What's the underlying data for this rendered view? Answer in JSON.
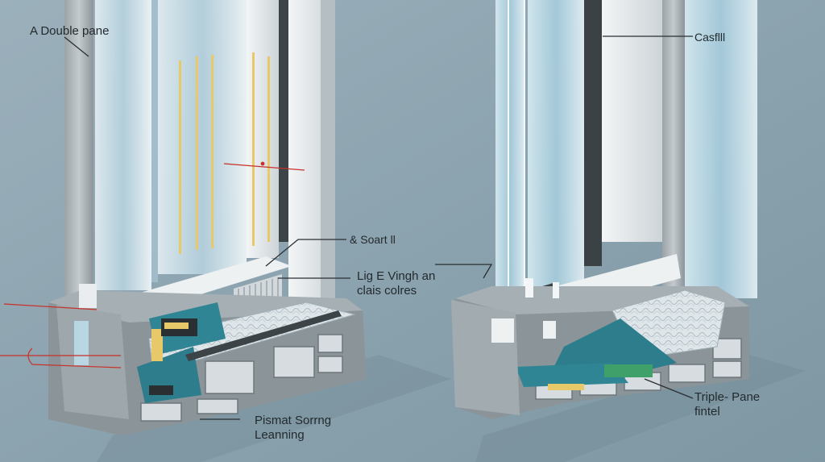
{
  "diagram": {
    "background_color": "#8fa6b2",
    "frame_color": "#7f8a90",
    "glass_color": "#c9e3ee",
    "insulation_color": "#2d7d8c",
    "spacer_color": "#e8c96a",
    "callout_color": "#2b2f33",
    "arrow_color": "#c8302a",
    "labels": {
      "double_pane": "A Double pane",
      "soart": "& Soart ll",
      "vingh_line1": "Lig E Vingh an",
      "vingh_line2": "clais colres",
      "pismat_line1": "Pismat Sorrng",
      "pismat_line2": "Leanning",
      "casfill": "Casflll",
      "triple_line1": "Triple- Pane",
      "triple_line2": "fintel"
    }
  }
}
